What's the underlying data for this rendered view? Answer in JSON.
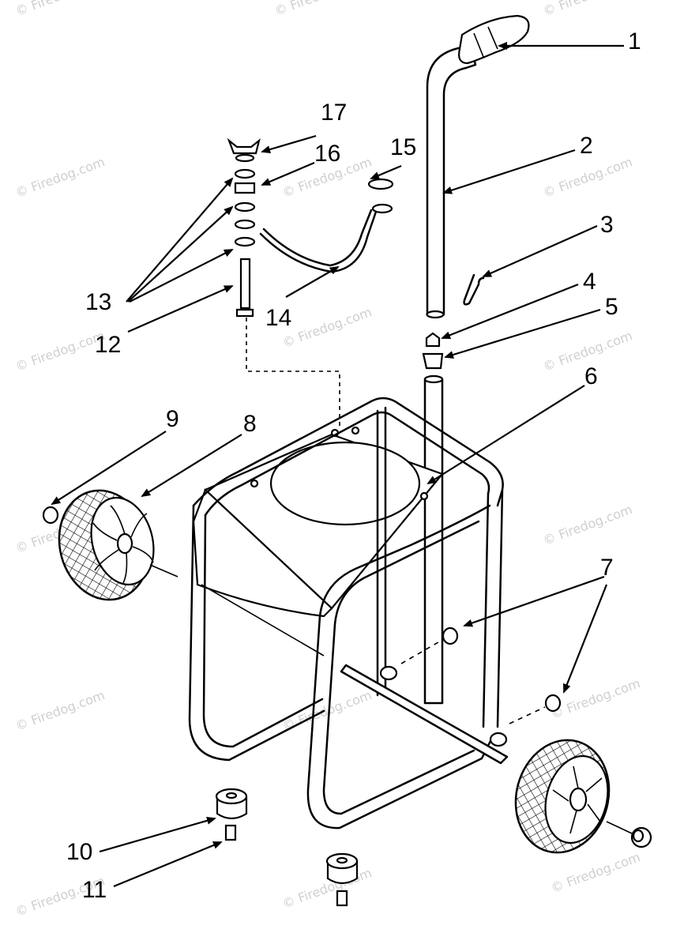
{
  "watermark": "© Firedog.com",
  "callouts": {
    "c1": "1",
    "c2": "2",
    "c3": "3",
    "c4": "4",
    "c5": "5",
    "c6": "6",
    "c7": "7",
    "c8": "8",
    "c9": "9",
    "c10": "10",
    "c11": "11",
    "c12": "12",
    "c13": "13",
    "c14": "14",
    "c15": "15",
    "c16": "16",
    "c17": "17"
  }
}
